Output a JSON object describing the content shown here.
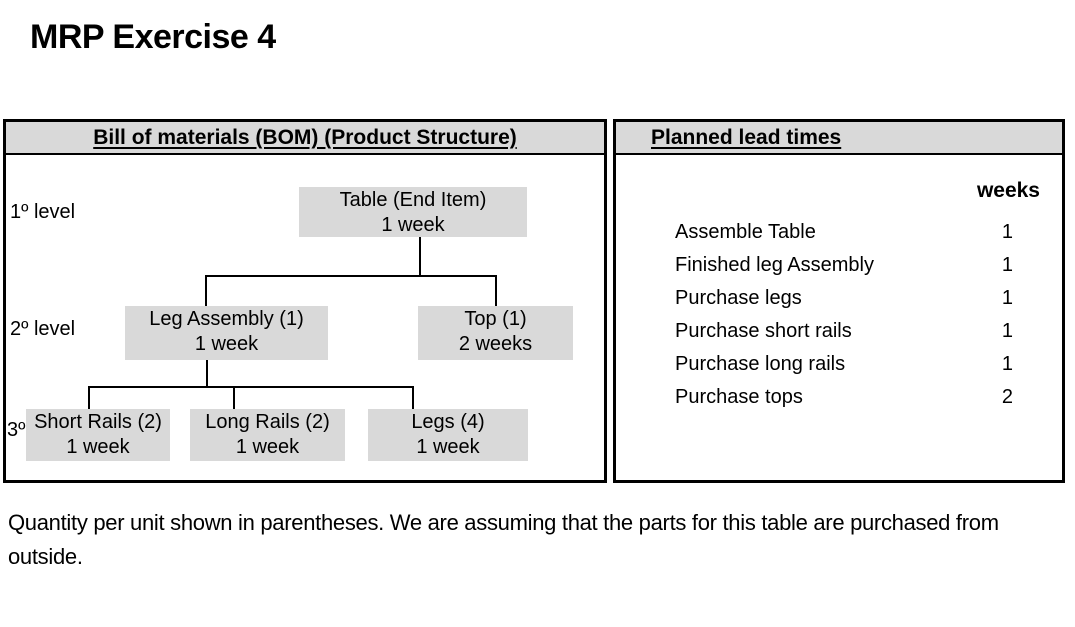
{
  "title": "MRP Exercise 4",
  "bom": {
    "header": "Bill of materials (BOM) (Product Structure)",
    "levels": [
      {
        "label": "1º level"
      },
      {
        "label": "2º level"
      },
      {
        "label": "3º"
      }
    ],
    "nodes": {
      "table": {
        "name": "Table (End Item)",
        "lead": "1 week"
      },
      "leg_assembly": {
        "name": "Leg Assembly (1)",
        "lead": "1 week"
      },
      "top": {
        "name": "Top (1)",
        "lead": "2 weeks"
      },
      "short_rails": {
        "name": "Short Rails (2)",
        "lead": "1 week"
      },
      "long_rails": {
        "name": "Long Rails (2)",
        "lead": "1 week"
      },
      "legs": {
        "name": "Legs (4)",
        "lead": "1 week"
      }
    }
  },
  "lead_times": {
    "header": "Planned lead times",
    "unit_label": "weeks",
    "rows": [
      {
        "item": "Assemble Table",
        "weeks": "1"
      },
      {
        "item": "Finished leg Assembly",
        "weeks": "1"
      },
      {
        "item": "Purchase legs",
        "weeks": "1"
      },
      {
        "item": "Purchase short rails",
        "weeks": "1"
      },
      {
        "item": "Purchase long rails",
        "weeks": "1"
      },
      {
        "item": "Purchase tops",
        "weeks": "2"
      }
    ]
  },
  "footnote": "Quantity per unit shown in parentheses. We are assuming that the parts for this table are purchased from outside.",
  "colors": {
    "node_fill": "#d9d9d9",
    "header_fill": "#d9d9d9",
    "border": "#000000",
    "text": "#000000",
    "background": "#ffffff"
  }
}
